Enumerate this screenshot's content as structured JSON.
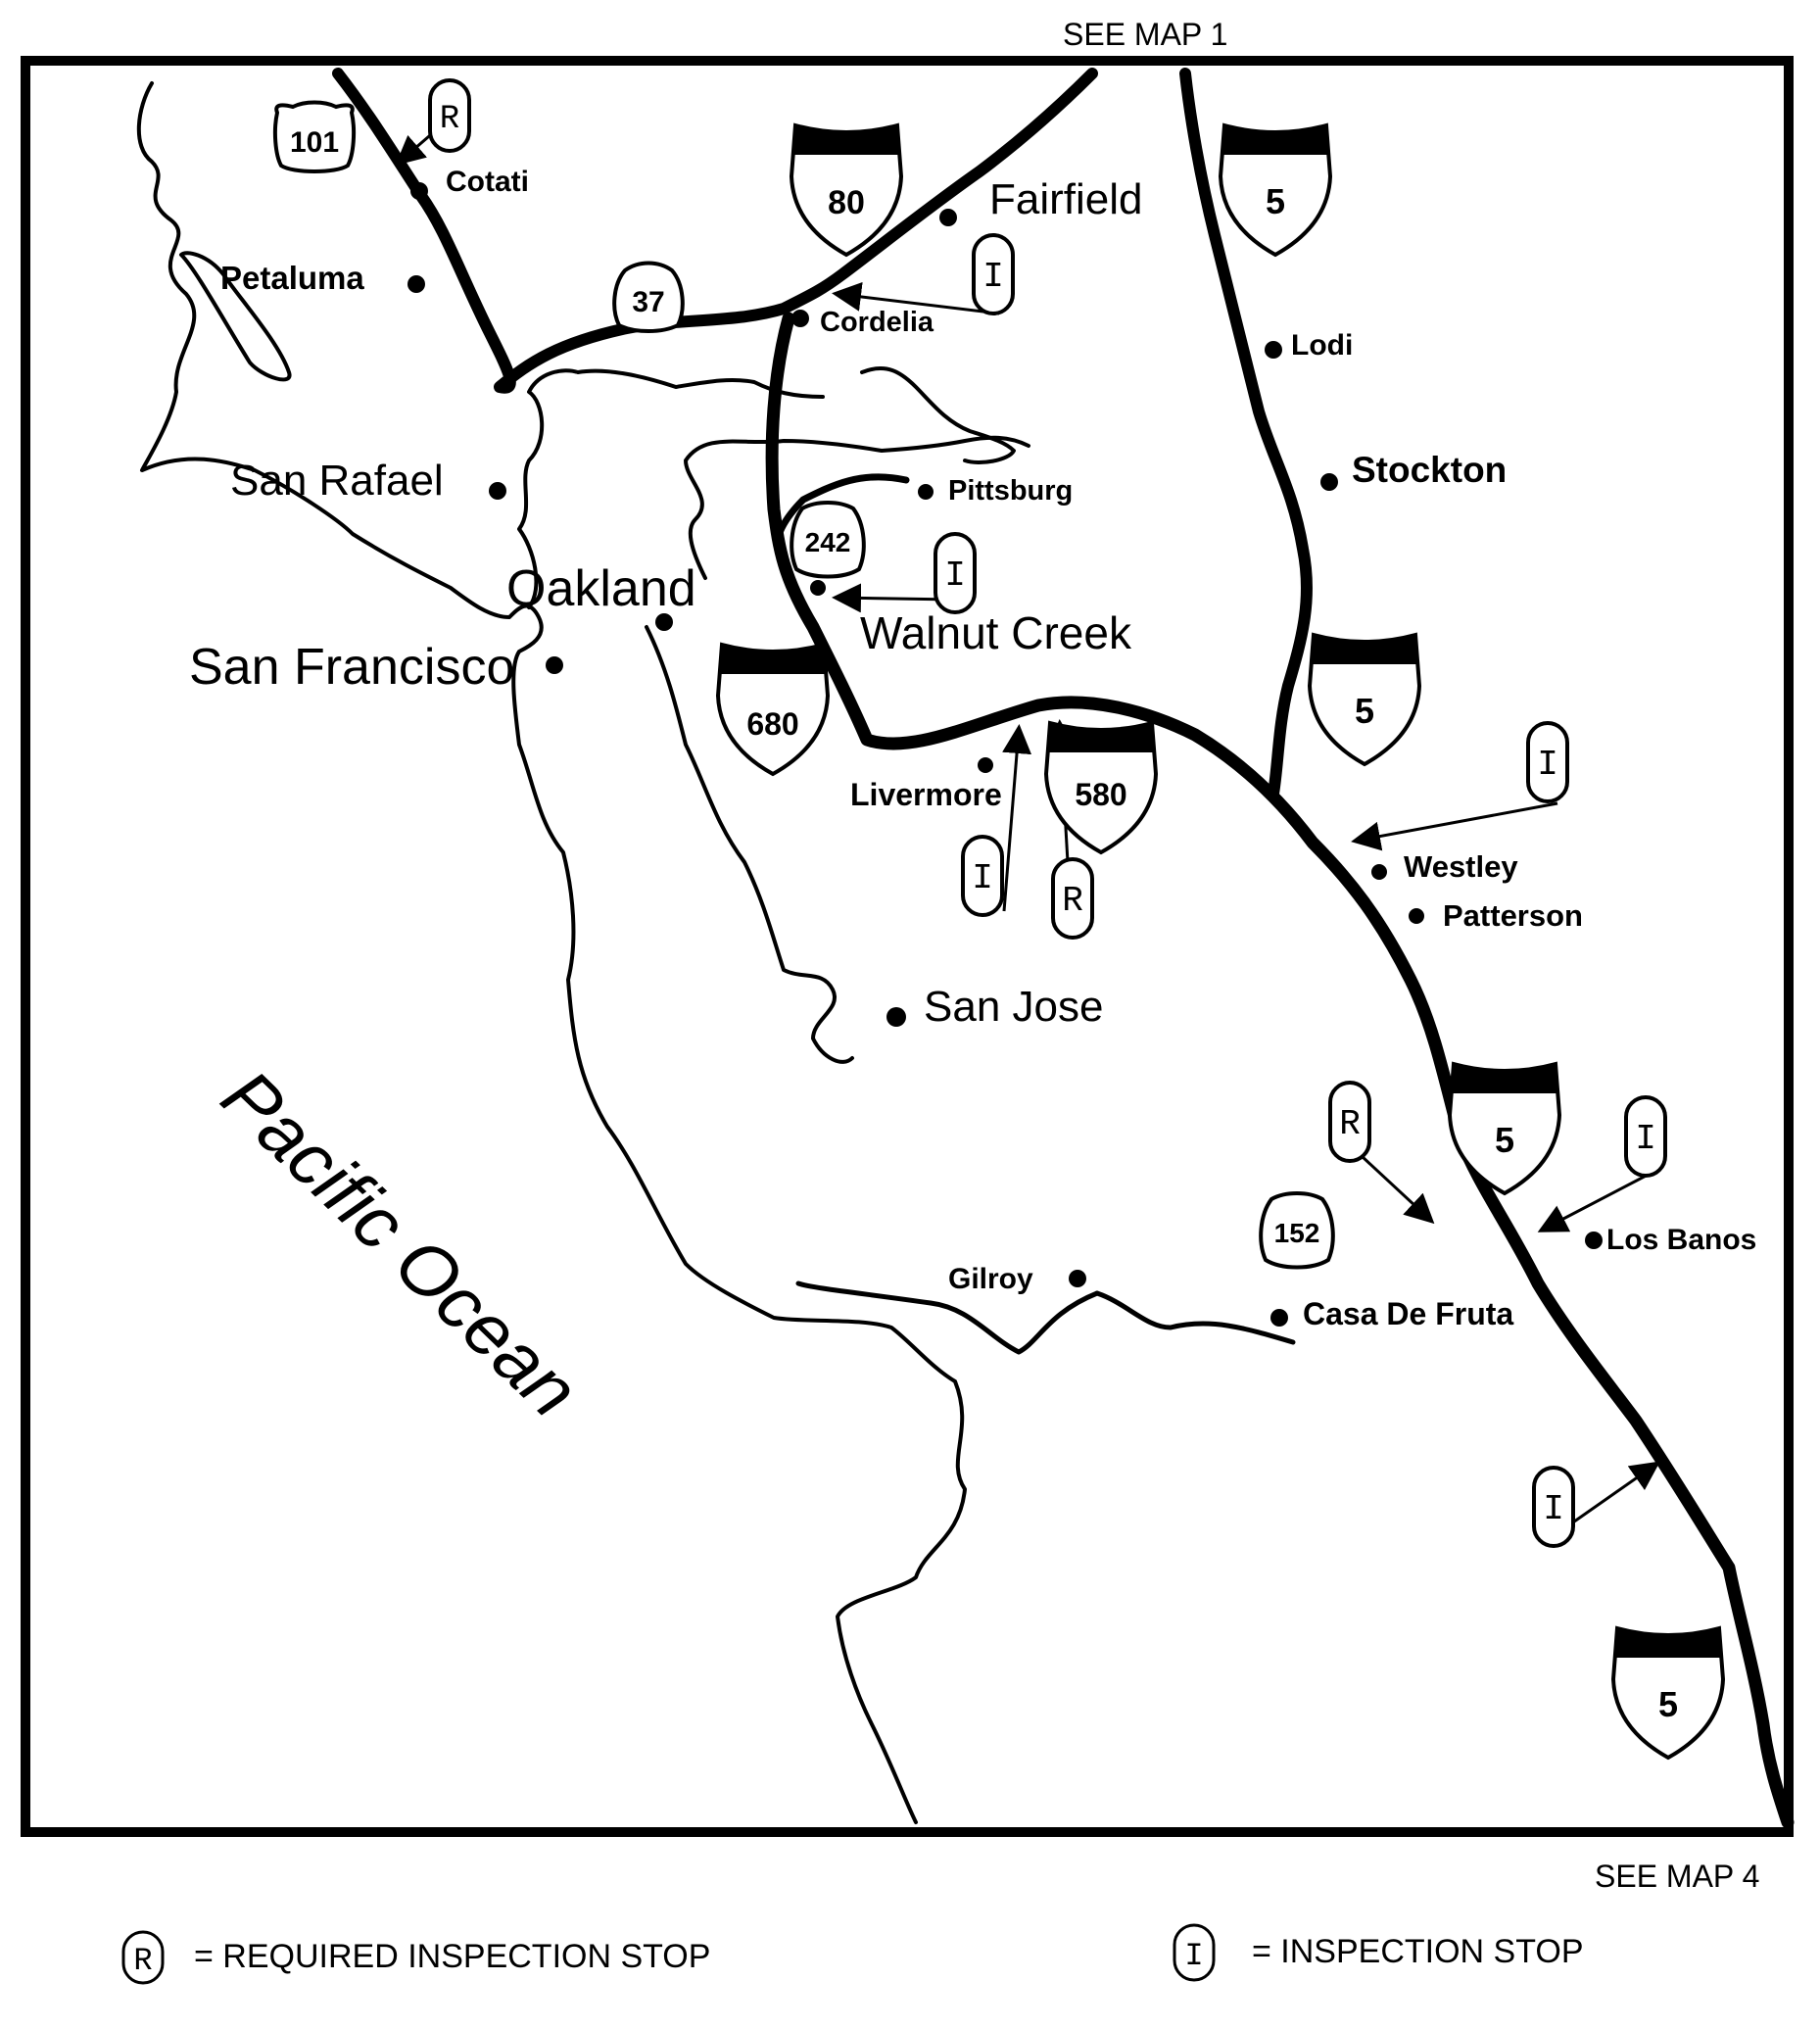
{
  "edge_labels": {
    "top": "SEE MAP 1",
    "bottom": "SEE MAP 4"
  },
  "ocean_label": "Pacific Ocean",
  "cities": {
    "cotati": "Cotati",
    "petaluma": "Petaluma",
    "fairfield": "Fairfield",
    "cordelia": "Cordelia",
    "lodi": "Lodi",
    "stockton": "Stockton",
    "san_rafael": "San Rafael",
    "pittsburg": "Pittsburg",
    "oakland": "Oakland",
    "walnut_creek": "Walnut Creek",
    "san_francisco": "San Francisco",
    "livermore": "Livermore",
    "westley": "Westley",
    "patterson": "Patterson",
    "san_jose": "San Jose",
    "gilroy": "Gilroy",
    "casa_de_fruta": "Casa De Fruta",
    "los_banos": "Los Banos"
  },
  "shields": {
    "us101": "101",
    "ca37": "37",
    "i80": "80",
    "i5_north": "5",
    "ca242": "242",
    "i680": "680",
    "i580": "580",
    "i5_mid": "5",
    "i5_south": "5",
    "ca152": "152",
    "i5_bottom": "5"
  },
  "markers": {
    "required": "R",
    "inspection": "I"
  },
  "legend": {
    "required_symbol": "R",
    "required_label": "= REQUIRED INSPECTION STOP",
    "inspection_symbol": "I",
    "inspection_label": "= INSPECTION STOP"
  }
}
